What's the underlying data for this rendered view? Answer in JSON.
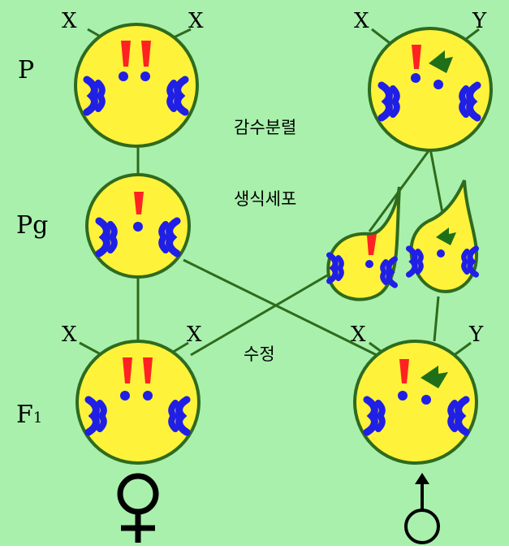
{
  "colors": {
    "background": "#a9f0ad",
    "cell_fill": "#fff23a",
    "cell_outline": "#2e6b1d",
    "x_chromosome": "#ff2222",
    "y_chromosome": "#1f6f18",
    "autosome": "#1f1fe6",
    "line": "#2e6b1d",
    "symbol": "#000000"
  },
  "generation_labels": {
    "parent": "P",
    "gamete": "Pg",
    "offspring": "F",
    "offspring_sub": "1"
  },
  "chromosome_labels": {
    "p_female_left": "X",
    "p_female_right": "X",
    "p_male_left": "X",
    "p_male_right": "Y",
    "f1_female_left": "X",
    "f1_female_right": "X",
    "f1_male_left": "X",
    "f1_male_right": "Y"
  },
  "stage_labels": {
    "meiosis": "감수분렬",
    "gametes": "생식세포",
    "fertilization": "수정"
  },
  "sex_symbols": {
    "female": "female-symbol",
    "male": "male-symbol"
  }
}
